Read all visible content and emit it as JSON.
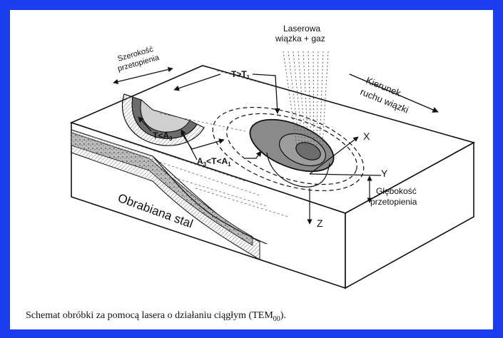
{
  "diagram": {
    "labels": {
      "laser_beam_line1": "Laserowa",
      "laser_beam_line2": "wiązka + gaz",
      "direction_line1": "Kierunek",
      "direction_line2": "ruchu wiązki",
      "melt_width_line1": "Szerokość",
      "melt_width_line2": "przetopienia",
      "t_greater": "T>T",
      "t_greater_sub": "1",
      "t_less": "T<A",
      "t_less_sub": "3",
      "between_a": "A",
      "between_a_sub": "3",
      "between_mid": "<T<A",
      "between_sub2": "1",
      "axis_x": "X",
      "axis_y": "Y",
      "axis_z": "Z",
      "melt_depth_line1": "Głębokość",
      "melt_depth_line2": "przetopienia",
      "workpiece": "Obrabiana stal"
    }
  },
  "caption": {
    "text": "Schemat obróbki za pomocą lasera o działaniu ciągłym (TEM",
    "sub": "00",
    "end": ")."
  },
  "colors": {
    "frame": "#1a3df0",
    "panel": "#ffffff",
    "ink": "#111111",
    "melt_pool": "#8a8a8a",
    "hatch": "#9a9a9a"
  }
}
